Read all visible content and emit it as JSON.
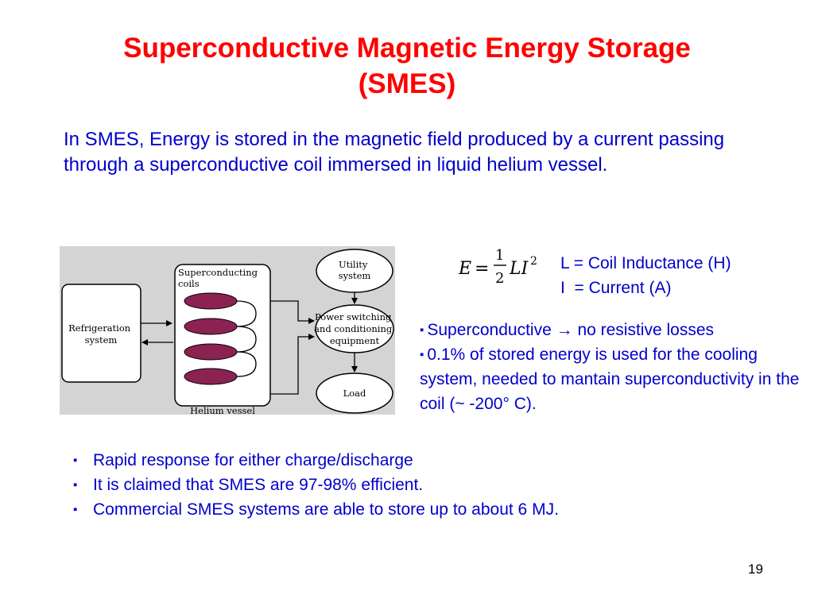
{
  "title": {
    "line1": "Superconductive Magnetic Energy Storage",
    "line2": "(SMES)"
  },
  "intro": "In SMES, Energy is stored in the magnetic field produced by a current passing through a superconductive coil immersed in liquid helium vessel.",
  "diagram": {
    "refrigeration": [
      "Refrigeration",
      "system"
    ],
    "coils": [
      "Superconducting",
      "coils"
    ],
    "helium_vessel": "Helium vessel",
    "utility": [
      "Utility",
      "system"
    ],
    "power": [
      "Power switching",
      "and conditioning",
      "equipment"
    ],
    "load": "Load"
  },
  "formula": {
    "lhs": "E",
    "eq": "=",
    "num": "1",
    "den": "2",
    "rhs": "LI",
    "exp": "2"
  },
  "definitions": [
    "L = Coil Inductance (H)",
    "I  = Current (A)"
  ],
  "notes": [
    {
      "pre": "Superconductive ",
      "arrow": "→",
      "post": " no resistive losses"
    },
    {
      "text": "0.1% of stored energy is used for the cooling system, needed to mantain superconductivity in the coil (~ -200° C)."
    }
  ],
  "bullets": [
    "Rapid response for either charge/discharge",
    "It is claimed that SMES are 97-98% efficient.",
    "Commercial SMES systems are able to store up to about 6 MJ."
  ],
  "bullet_symbol": "▪",
  "page_number": "19",
  "colors": {
    "title": "#ff0000",
    "body_text": "#0000cc",
    "coil_fill": "#8b2252",
    "diagram_bg": "#d4d4d4"
  }
}
